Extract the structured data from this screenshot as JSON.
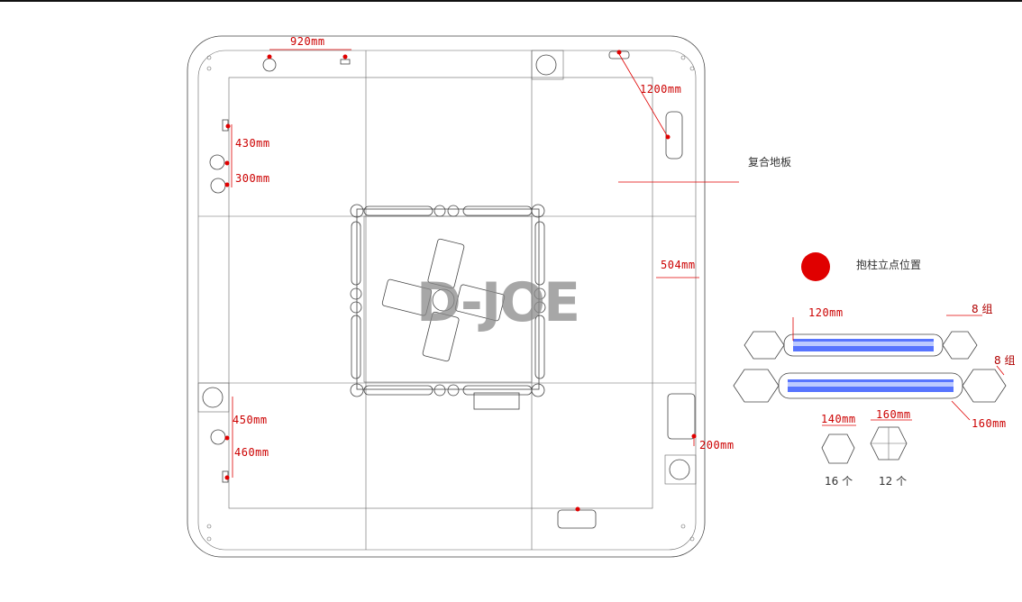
{
  "logo": {
    "text": "D-JOE"
  },
  "labels": {
    "floor": "复合地板",
    "legend": "抱柱立点位置",
    "group_a": "8 组",
    "group_b": "8 组",
    "count_a": "16 个",
    "count_b": "12 个"
  },
  "dimensions": {
    "d920": "920mm",
    "d1200": "1200mm",
    "d430": "430mm",
    "d300": "300mm",
    "d504": "504mm",
    "d450": "450mm",
    "d460": "460mm",
    "d200": "200mm",
    "d120": "120mm",
    "d160": "160mm",
    "d140": "140mm",
    "d160b": "160mm"
  },
  "colors": {
    "marker": "#e00000",
    "tube_blue": "#3a5cff",
    "outline": "#444444"
  }
}
